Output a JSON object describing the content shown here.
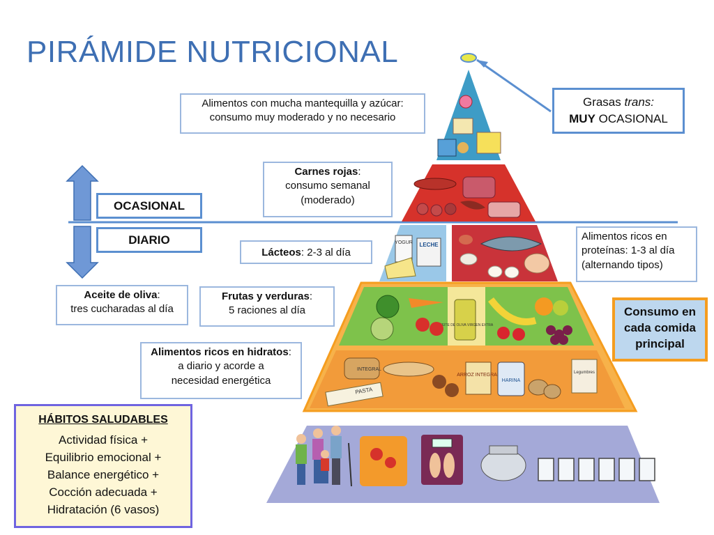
{
  "title": "PIRÁMIDE NUTRICIONAL",
  "frequency": {
    "occasional": "OCASIONAL",
    "daily": "DIARIO"
  },
  "labels": {
    "sweets_line1": "Alimentos con mucha mantequilla y azúcar:",
    "sweets_line2": "consumo muy moderado y no necesario",
    "red_meat_bold": "Carnes rojas",
    "red_meat_colon": ":",
    "red_meat_line2": "consumo semanal",
    "red_meat_line3": "(moderado)",
    "dairy_bold": "Lácteos",
    "dairy_rest": ": 2-3 al día",
    "protein_line1": "Alimentos ricos en",
    "protein_line2": "proteínas: 1-3 al día",
    "protein_line3": "(alternando tipos)",
    "oil_bold": "Aceite de oliva",
    "oil_colon": ":",
    "oil_line2": "tres cucharadas al día",
    "fruit_bold": "Frutas y verduras",
    "fruit_colon": ":",
    "fruit_line2": "5 raciones al día",
    "carbs_bold": "Alimentos ricos en hidratos",
    "carbs_colon": ":",
    "carbs_line2": "a diario y acorde a",
    "carbs_line3": "necesidad energética"
  },
  "trans_fats": {
    "line1_plain": "Grasas ",
    "line1_italic": "trans:",
    "line2_bold": "MUY",
    "line2_rest": " OCASIONAL"
  },
  "meal": {
    "line1": "Consumo en",
    "line2": "cada comida",
    "line3": "principal"
  },
  "habits": {
    "title": "HÁBITOS SALUDABLES",
    "items": [
      "Actividad física +",
      "Equilibrio emocional +",
      "Balance energético +",
      "Cocción adecuada +",
      "Hidratación (6 vasos)"
    ]
  },
  "food_text": {
    "yogur": "YOGUR",
    "leche": "LECHE",
    "aceite": "ACEITE DE OLIVA VIRGEN EXTRA",
    "integral": "INTEGRAL",
    "pasta": "PASTA",
    "arroz": "ARROZ INTEGRAL",
    "harina": "HARINA",
    "legumbres": "Legumbres"
  },
  "colors": {
    "title": "#3e6fb3",
    "box_border": "#9bb7de",
    "tag_border": "#5b8fd0",
    "habits_border": "#6f64e0",
    "habits_bg": "#fef7d6",
    "meal_border": "#f59d1f",
    "meal_bg": "#bdd7ee",
    "pyramid_frame": "#f59d1f",
    "tier_top": "#4aa5c9",
    "tier_meat": "#d6322b",
    "tier_protein": "#9ac8e8",
    "tier_fruit": "#7ec24b",
    "tier_carbs": "#f29b3a",
    "tier_base": "#a4a9d8",
    "arrow": "#5b8fd0"
  }
}
